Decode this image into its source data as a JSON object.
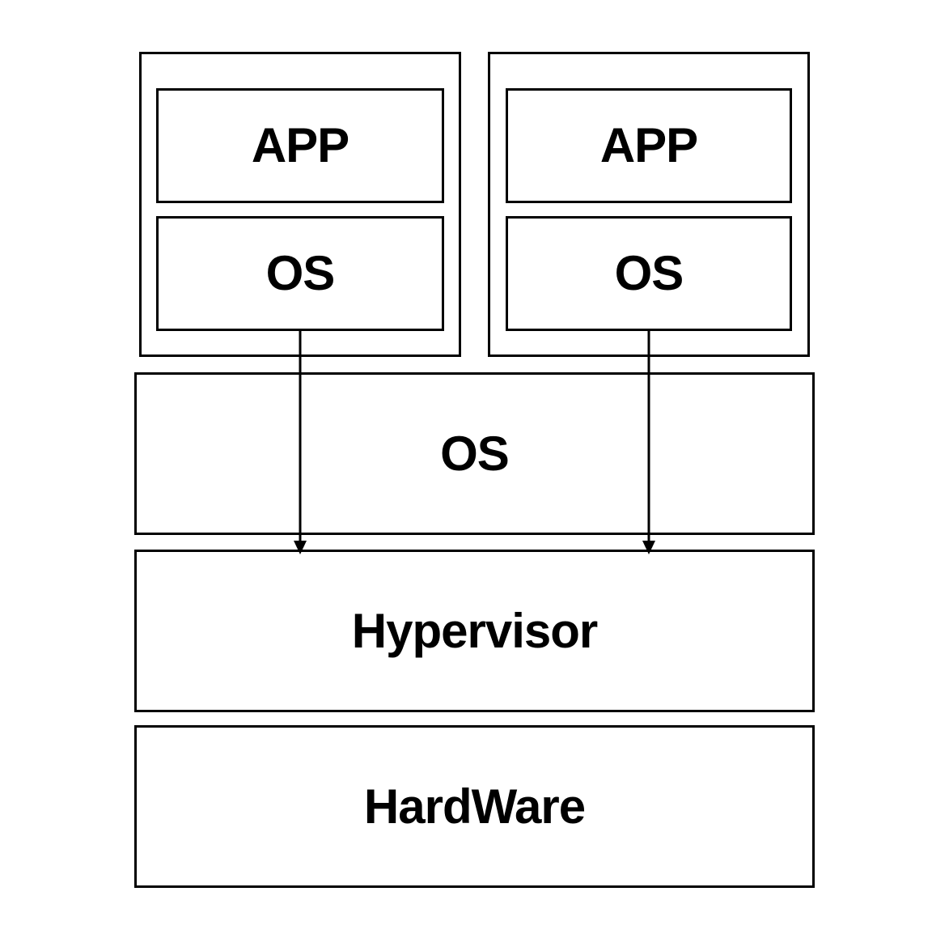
{
  "diagram": {
    "vm_left": {
      "app_label": "APP",
      "os_label": "OS"
    },
    "vm_right": {
      "app_label": "APP",
      "os_label": "OS"
    },
    "host_os_label": "OS",
    "hypervisor_label": "Hypervisor",
    "hardware_label": "HardWare",
    "colors": {
      "stroke": "#000000",
      "background": "#ffffff"
    }
  }
}
